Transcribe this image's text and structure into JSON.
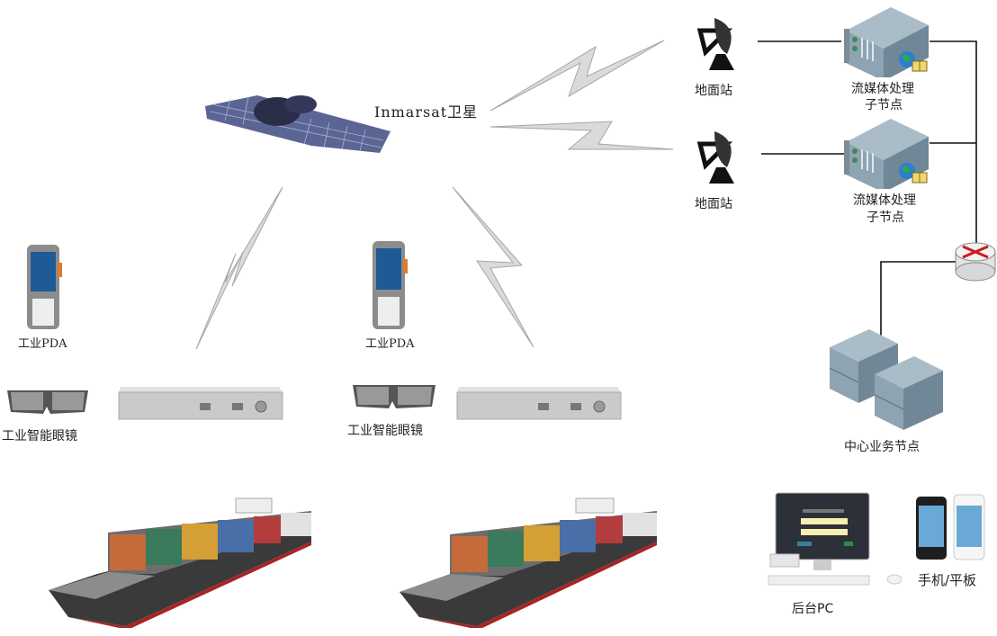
{
  "diagram": {
    "satellite": {
      "label": "Inmarsat卫星",
      "icon": "satellite-icon"
    },
    "ground_stations": [
      {
        "label": "地面站",
        "icon": "satellite-dish-icon"
      },
      {
        "label": "地面站",
        "icon": "satellite-dish-icon"
      }
    ],
    "streaming_nodes": [
      {
        "label_line1": "流媒体处理",
        "label_line2": "子节点",
        "icon": "web-server-icon"
      },
      {
        "label_line1": "流媒体处理",
        "label_line2": "子节点",
        "icon": "web-server-icon"
      }
    ],
    "router": {
      "icon": "router-icon"
    },
    "central_node": {
      "label": "中心业务节点",
      "icon": "server-cluster-icon"
    },
    "clients": {
      "pc": {
        "label": "后台PC",
        "icon": "desktop-pc-icon"
      },
      "mobile": {
        "label": "手机/平板",
        "icon": "smartphone-icon"
      }
    },
    "ships": [
      {
        "pda_label": "工业PDA",
        "glasses_label": "工业智能眼镜",
        "terminal_icon": "satellite-terminal-icon",
        "ship_icon": "container-ship-icon"
      },
      {
        "pda_label": "工业PDA",
        "glasses_label": "工业智能眼镜",
        "terminal_icon": "satellite-terminal-icon",
        "ship_icon": "container-ship-icon"
      }
    ],
    "links": [
      {
        "from": "satellite",
        "to": "ground_station_1",
        "type": "wireless"
      },
      {
        "from": "satellite",
        "to": "ground_station_2",
        "type": "wireless"
      },
      {
        "from": "satellite",
        "to": "ship_1",
        "type": "wireless"
      },
      {
        "from": "satellite",
        "to": "ship_2",
        "type": "wireless"
      },
      {
        "from": "ground_station_1",
        "to": "streaming_node_1",
        "type": "wired"
      },
      {
        "from": "ground_station_2",
        "to": "streaming_node_2",
        "type": "wired"
      },
      {
        "from": "streaming_node_1",
        "to": "router",
        "type": "wired"
      },
      {
        "from": "streaming_node_2",
        "to": "router",
        "type": "wired"
      },
      {
        "from": "router",
        "to": "central_node",
        "type": "wired"
      }
    ],
    "colors": {
      "lightning": "#d4d4d4",
      "lightning_stroke": "#9a9a9a",
      "wire": "#111111",
      "router_arrow": "#cc1a1a",
      "server_body": "#8fa4b2"
    }
  }
}
